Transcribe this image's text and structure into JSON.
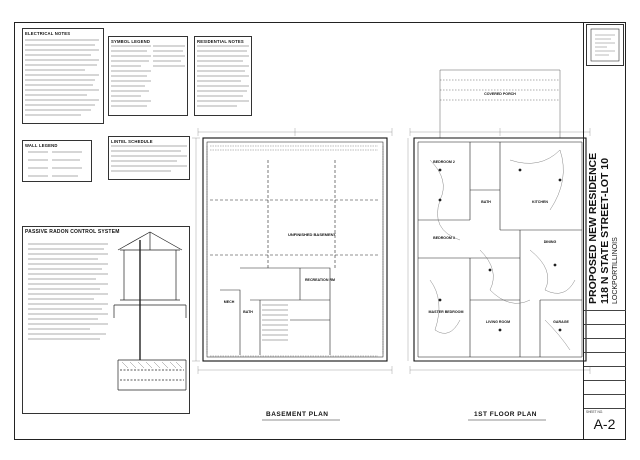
{
  "notes": {
    "electrical_title": "ELECTRICAL NOTES",
    "symbol_legend_title": "SYMBOL LEGEND",
    "residential_title": "RESIDENTIAL NOTES",
    "wall_legend_title": "WALL LEGEND",
    "lintel_title": "LINTEL SCHEDULE"
  },
  "radon": {
    "title": "PASSIVE RADON CONTROL SYSTEM"
  },
  "plans": {
    "basement_title": "BASEMENT PLAN",
    "first_floor_title": "1ST FLOOR PLAN",
    "basement_rooms": {
      "unfinished": "UNFINISHED BASEMENT",
      "rec": "RECREATION RM",
      "bath": "BATH",
      "mech": "MECH"
    },
    "first_rooms": {
      "bedroom2": "BEDROOM 2",
      "bedroom3": "BEDROOM 3",
      "bath": "BATH",
      "kitchen": "KITCHEN",
      "dining": "DINING",
      "master": "MASTER BEDROOM",
      "living": "LIVING ROOM",
      "garage": "GARAGE",
      "porch": "COVERED PORCH"
    }
  },
  "title_block": {
    "project_line1": "PROPOSED NEW RESIDENCE",
    "project_line2": "118 N STATE STREET-LOT 10",
    "city": "LOCKPORT",
    "state": "ILLINOIS",
    "sheet_number": "A-2",
    "sheet_label": "SHEET NO."
  }
}
